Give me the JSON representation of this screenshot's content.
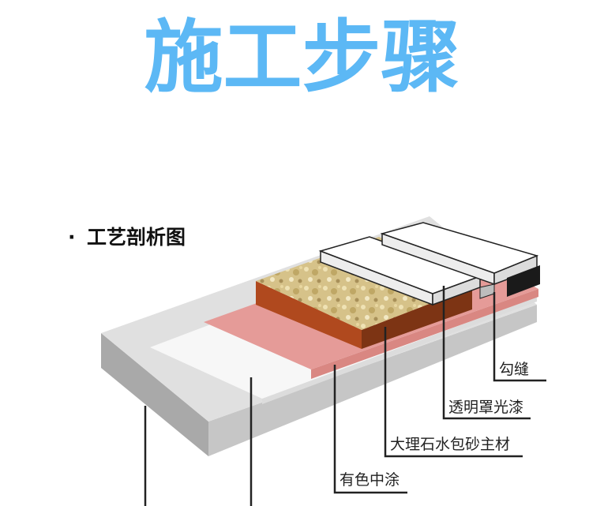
{
  "title": "施工步骤",
  "section": {
    "bullet": "·",
    "heading": "工艺剖析图"
  },
  "labels": {
    "joint": "勾缝",
    "clear_coat": "透明罩光漆",
    "marble_coat": "大理石水包砂主材",
    "mid_coat": "有色中涂"
  },
  "colors": {
    "title": "#5cb8f5",
    "base_top": "#e0e0e0",
    "base_side": "#a9a9a9",
    "base_front": "#c6c6c6",
    "primer": "#f7f7f7",
    "mid_coat": "#e59b98",
    "marble_side": "#b0491e",
    "marble_top": "#d8c48a",
    "clear_coat": "#ffffff",
    "joint_strip": "#1a1a1a",
    "leader": "#222222"
  }
}
